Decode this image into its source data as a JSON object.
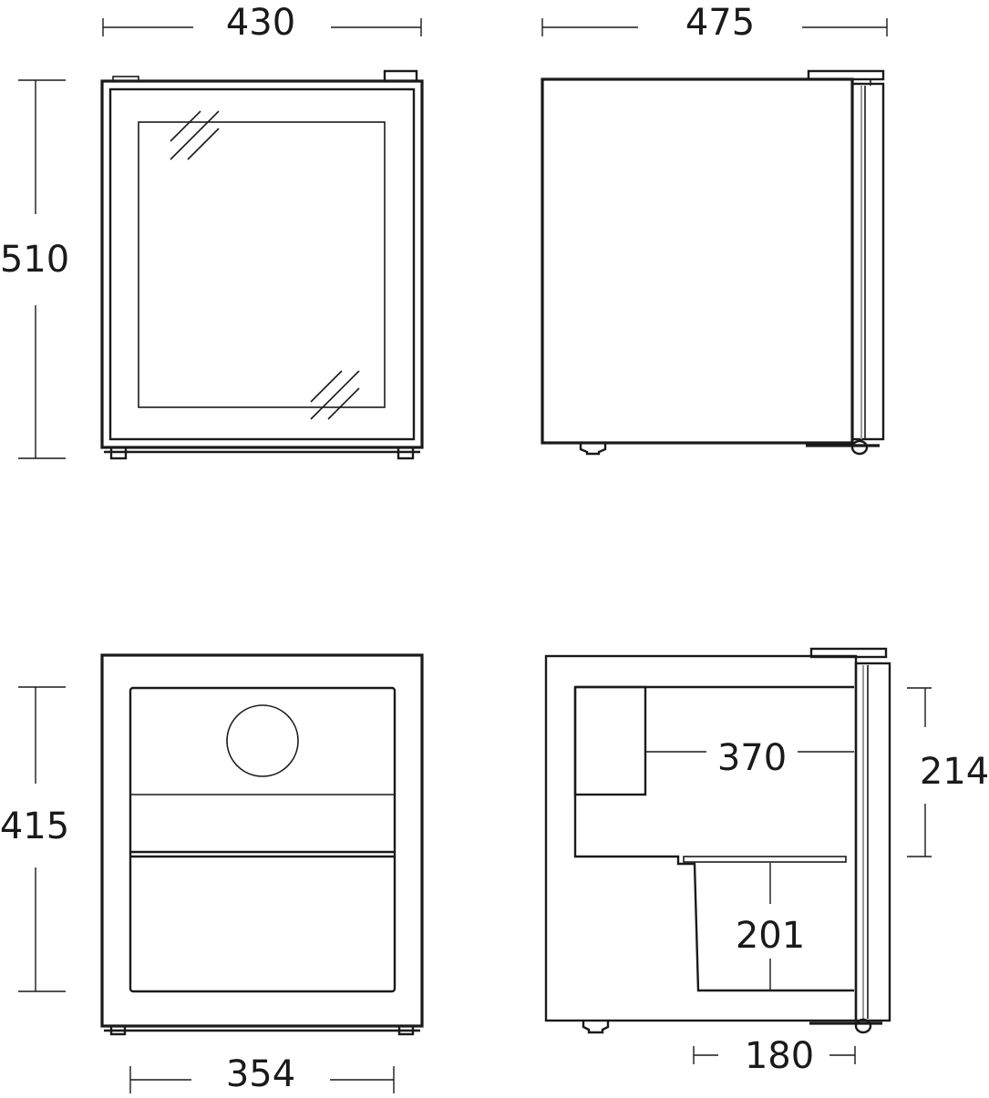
{
  "diagram": {
    "subject": "mini fridge dimension drawing",
    "units": "mm",
    "views": [
      {
        "name": "front-view-exterior",
        "dimensions": {
          "width": "430",
          "height": "510"
        }
      },
      {
        "name": "side-view-exterior",
        "dimensions": {
          "depth": "475"
        }
      },
      {
        "name": "front-view-interior",
        "dimensions": {
          "inner_width": "354",
          "inner_height": "415"
        }
      },
      {
        "name": "side-view-interior",
        "dimensions": {
          "inner_depth": "370",
          "door_shelf_height": "214",
          "bottom_compartment_height": "201",
          "door_depth": "180"
        }
      }
    ]
  },
  "labels": {
    "width_430": "430",
    "depth_475": "475",
    "height_510": "510",
    "inner_height_415": "415",
    "inner_width_354": "354",
    "inner_depth_370": "370",
    "height_214": "214",
    "height_201": "201",
    "depth_180": "180"
  },
  "colors": {
    "line": "#1a1a1a",
    "background": "#ffffff"
  }
}
